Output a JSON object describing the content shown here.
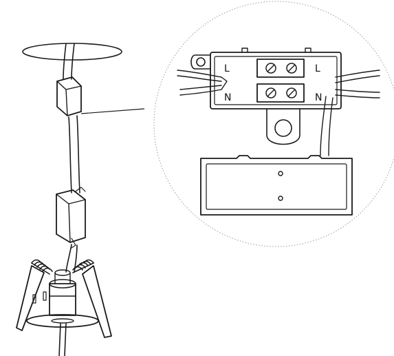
{
  "diagram": {
    "terminal_labels": {
      "live_left": "L",
      "live_right": "L",
      "neutral_left": "N",
      "neutral_right": "N"
    },
    "colors": {
      "ink": "#1a1a1a",
      "background": "#ffffff",
      "callout_circle": "#9a9a9a"
    }
  }
}
